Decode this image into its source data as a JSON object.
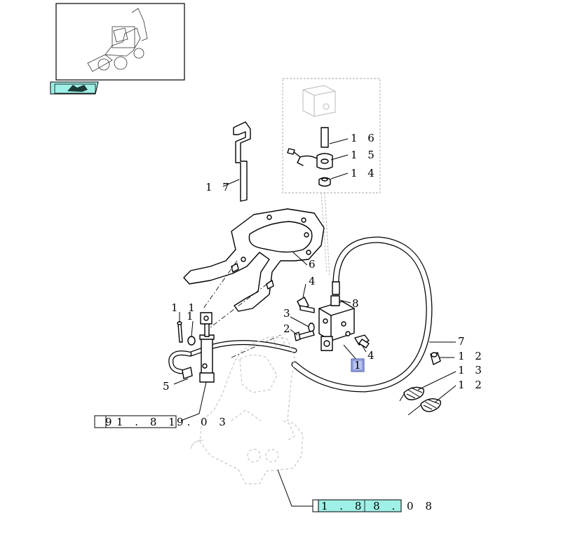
{
  "callouts": {
    "c1": "1",
    "c2": "2",
    "c3": "3",
    "c4a": "4",
    "c4b": "4",
    "c5": "5",
    "c6": "6",
    "c7": "7",
    "c8": "8",
    "c10": "1",
    "c11": "1 1",
    "c12a": "1 2",
    "c12b": "1 2",
    "c13": "1 3",
    "c14": "1 4",
    "c15": "1 5",
    "c16": "1 6",
    "c17": "1 7"
  },
  "refs": {
    "left_prefix": "9",
    "left_mid": "1 . 8 1 .",
    "left_suffix": "9",
    "left_tail": "0 3",
    "bottom": "1 . 8 8 . 0 8"
  },
  "colors": {
    "ref_highlight": "#9ff0e6",
    "selected_callout": "#b8c4f2",
    "line": "#000000",
    "ghost": "#c8c8c8"
  },
  "icons": {
    "nav_back": "arrow-back-icon"
  }
}
